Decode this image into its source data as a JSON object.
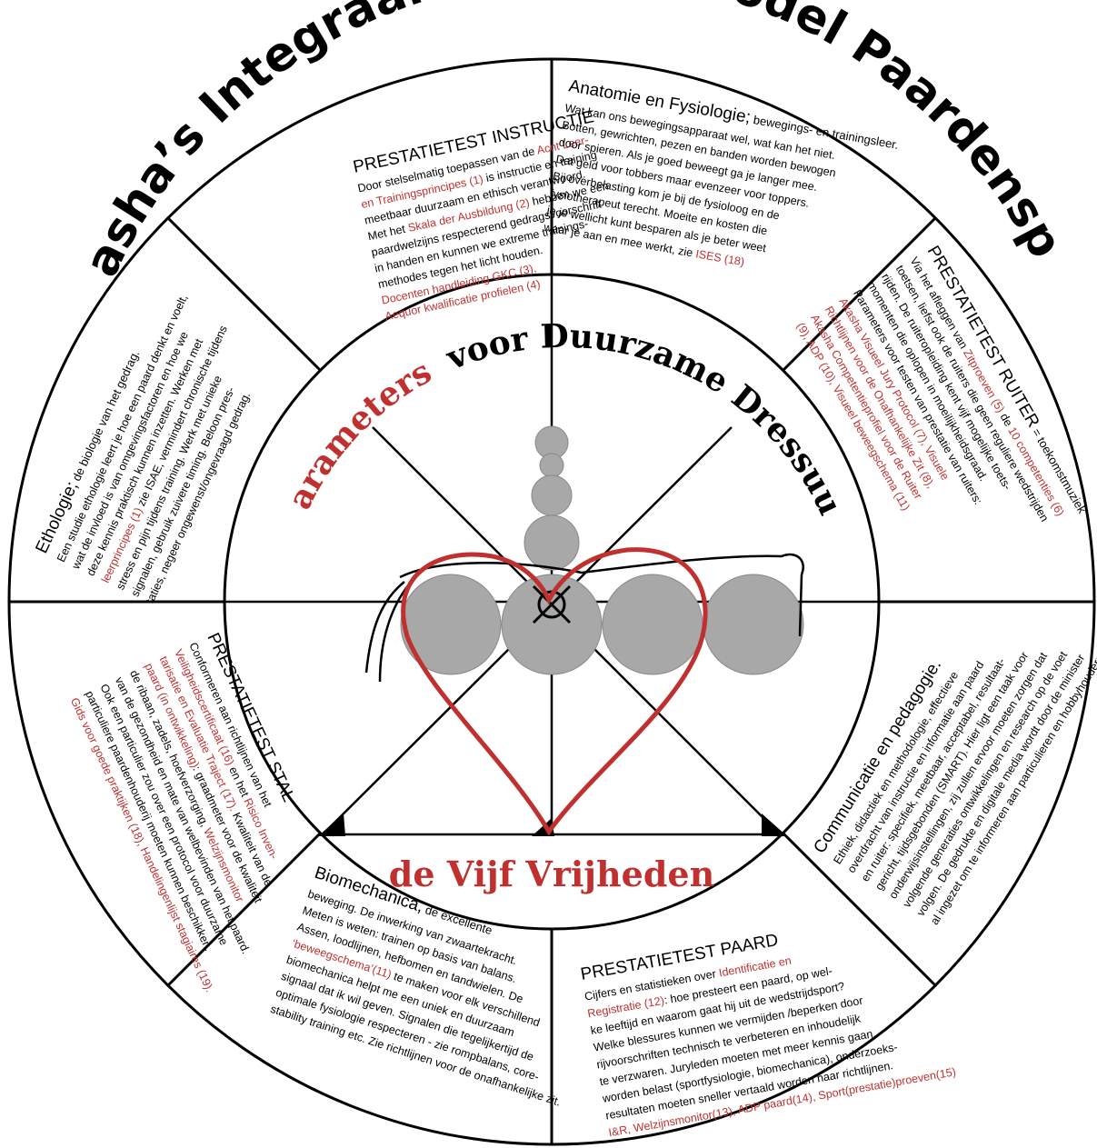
{
  "title": "Akasha’s Integraal Prestatiemodel Paardensport",
  "inner_title": {
    "word1": "Parameters",
    "rest": "voor Duurzame Dressuur",
    "bottom": "de Vijf  Vrijheden"
  },
  "colors": {
    "accent_red": "#c0302f",
    "circle_gray": "#a8a8a8",
    "line": "#000000"
  },
  "segments": {
    "instructie": {
      "title": "PRESTATIETEST  INSTRUCTIE",
      "lines": [
        [
          {
            "t": "Door stelselmatig toepassen van de  "
          },
          {
            "t": "Acht Leer-",
            "red": true
          }
        ],
        [
          {
            "t": "en Trainingsprincipes (1)",
            "red": true
          },
          {
            "t": " is instructie en training"
          }
        ],
        [
          {
            "t": "meetbaar duurzaam en ethisch verantwoord."
          }
        ],
        [
          {
            "t": "Met het "
          },
          {
            "t": "Skala der Ausbildung (2)",
            "red": true
          },
          {
            "t": " hebben we een"
          }
        ],
        [
          {
            "t": "paardwelzijns respecterend gedragsvoorschrift"
          }
        ],
        [
          {
            "t": "in handen en kunnen we extreme trainings-"
          }
        ],
        [
          {
            "t": "methodes tegen het licht houden."
          }
        ],
        [
          {
            "t": "Docenten handleiding GKC (3),",
            "red": true
          }
        ],
        [
          {
            "t": "Aequor kwalificatie profielen (4)",
            "red": true
          }
        ]
      ]
    },
    "anatomie": {
      "title": "Anatomie en Fysiologie;",
      "title_suffix": " bewegings- en trainingsleer.",
      "lines": [
        [
          {
            "t": "Wat kan ons bewegingsapparaat wel, wat kan het niet."
          }
        ],
        [
          {
            "t": "Botten, gewrichten, pezen en banden worden bewogen"
          }
        ],
        [
          {
            "t": "door spieren. Als je goed beweegt ga je langer mee."
          }
        ],
        [
          {
            "t": "Dat geld voor tobbers maar evenzeer voor toppers."
          }
        ],
        [
          {
            "t": "Bij overbelasting kom je bij de fysioloog en de"
          }
        ],
        [
          {
            "t": "fysiotherapeut terecht.  Moeite en kosten die"
          }
        ],
        [
          {
            "t": "je je wellicht kunt besparen als je beter weet"
          }
        ],
        [
          {
            "t": "waar je aan en mee werkt, zie "
          },
          {
            "t": "ISES (18)",
            "red": true
          }
        ]
      ]
    },
    "ruiter": {
      "title": "PRESTATIETEST  RUITER",
      "title_suffix": " = toekomstmuziek",
      "lines": [
        [
          {
            "t": "Via het afleggen van "
          },
          {
            "t": "Zitproeven (5)",
            "red": true
          },
          {
            "t": " de "
          },
          {
            "t": "10 competenties (6)",
            "red": true
          }
        ],
        [
          {
            "t": "toetsen, liefst ook de ruiters die geen reguliere wedstrijden"
          }
        ],
        [
          {
            "t": "rijden. De ruiteropleiding kent vijf mogelijke toets-"
          }
        ],
        [
          {
            "t": "momenten die oplopen in moeilijkheidsgraad."
          }
        ],
        [
          {
            "t": "Parameters voor testen van prestatie van ruiters:"
          }
        ],
        [
          {
            "t": "Akasha Visueel Jury Protocol (7),  Visuele",
            "red": true
          }
        ],
        [
          {
            "t": "Richtlijnen voor de Onafhankelijke Zit (8),",
            "red": true
          }
        ],
        [
          {
            "t": "Akasha Competentieprofiel voor de Ruiter",
            "red": true
          }
        ],
        [
          {
            "t": "(9), ADP (10), Visueel beweegschema (11)",
            "red": true
          }
        ]
      ]
    },
    "communicatie": {
      "title": "Communicatie  en  pedagogie.",
      "lines": [
        [
          {
            "t": "Ethiek, didactiek en methodologie, effectieve"
          }
        ],
        [
          {
            "t": "overdracht van instructie en informatie aan paard"
          }
        ],
        [
          {
            "t": "en ruiter:  specifiek, meetbaar,  acceptabel,  resultaat-"
          }
        ],
        [
          {
            "t": "gericht, tijdsgebonden (SMART). Hier ligt een taak voor"
          }
        ],
        [
          {
            "t": "onderwijsinstellingen, zij zullen ervoor moeten zorgen dat"
          }
        ],
        [
          {
            "t": "volgende generaties ontwikkelingen en research op de voet"
          }
        ],
        [
          {
            "t": "volgen.  De gedrukte en digitale media wordt door de minister"
          }
        ],
        [
          {
            "t": "al ingezet om te informeren aan particulieren en hobbyhouders."
          }
        ]
      ]
    },
    "paard": {
      "title": "PRESTATIETEST  PAARD",
      "lines": [
        [
          {
            "t": "Cijfers en statistieken over "
          },
          {
            "t": "Identificatie en",
            "red": true
          }
        ],
        [
          {
            "t": "Registratie (12)",
            "red": true
          },
          {
            "t": ": hoe presteert een paard, op wel-"
          }
        ],
        [
          {
            "t": "ke leeftijd en waarom gaat hij uit de wedstrijdsport?"
          }
        ],
        [
          {
            "t": "Welke blessures kunnen we vermijden /beperken door"
          }
        ],
        [
          {
            "t": "rijvoorschriften technisch te verbeteren en inhoudelijk"
          }
        ],
        [
          {
            "t": "te verzwaren.  Juryleden moeten met meer kennis gaan"
          }
        ],
        [
          {
            "t": "worden belast (sportfysiologie, biomechanica), onderzoeks-"
          }
        ],
        [
          {
            "t": "resultaten moeten sneller vertaald worden naar richtlijnen."
          }
        ],
        [
          {
            "t": "I&R, Welzijnsmonitor(13), ADP paard(14), Sport(prestatie)proeven(15)",
            "red": true
          }
        ]
      ]
    },
    "biomechanica": {
      "title": "Biomechanica,",
      "title_suffix": "  de excellente",
      "lines": [
        [
          {
            "t": "beweging. De inwerking van zwaartekracht."
          }
        ],
        [
          {
            "t": "Meten is weten:  trainen op basis van balans."
          }
        ],
        [
          {
            "t": "Assen, loodlijnen, hefbomen en tandwielen.  De"
          }
        ],
        [
          {
            "t": "‘beweegschema’(11)",
            "red": true
          },
          {
            "t": " te maken voor elk verschillend"
          }
        ],
        [
          {
            "t": "biomechanica helpt me een uniek en duurzaam"
          }
        ],
        [
          {
            "t": "signaal dat ik wil geven.  Signalen die tegelijkertijd de"
          }
        ],
        [
          {
            "t": "optimale fysiologie respecteren - zie rompbalans,  core-"
          }
        ],
        [
          {
            "t": "stability training etc.  Zie richtlijnen voor de onafhankelijke zit."
          }
        ]
      ]
    },
    "stal": {
      "title": "PRESTATIETEST  STAL",
      "lines": [
        [
          {
            "t": "Conformeren aan richtlijnen van het"
          }
        ],
        [
          {
            "t": "Veiligheidscertificaat (16)",
            "red": true
          },
          {
            "t": " en het "
          },
          {
            "t": "Risico Inven-",
            "red": true
          }
        ],
        [
          {
            "t": "tarisatie en Evaluatie Traject (17).",
            "red": true
          },
          {
            "t": "  Kwaliteit  van de"
          }
        ],
        [
          {
            "t": "paard (in ontwikkeling)",
            "red": true
          },
          {
            "t": ": graadmeter voor de kwaliteit"
          }
        ],
        [
          {
            "t": "de ribaan, zadels, hoefverzorging,  "
          },
          {
            "t": "Welzijnsmonitor",
            "red": true
          }
        ],
        [
          {
            "t": "van de gezondheid en mate van welbevinden van het paard."
          }
        ],
        [
          {
            "t": "Ook een particulier zou over een protocol  voor duurzame"
          }
        ],
        [
          {
            "t": "particuliere paardenhouderij moeten kunnen beschikken."
          }
        ],
        [
          {
            "t": "Gids voor goede praktijken (18), Handelingenlijst stagiaires (19).",
            "red": true
          }
        ]
      ]
    },
    "ethologie": {
      "title": "Ethologie;",
      "title_suffix": " de biologie van het gedrag.",
      "lines": [
        [
          {
            "t": "Een studie ethologie leert je hoe een paard denkt en voelt,"
          }
        ],
        [
          {
            "t": "wat de invloed is van omgevingsfactoren en hoe we"
          }
        ],
        [
          {
            "t": "deze kennis praktisch kunnen inzetten. Werken met"
          }
        ],
        [
          {
            "t": "leerprincipes (1)",
            "red": true
          },
          {
            "t": " zie ISAE, vermindert chronische tijdens"
          }
        ],
        [
          {
            "t": "stress en pijn tijdens training.  Werk met unieke"
          }
        ],
        [
          {
            "t": "signalen, gebruik zuivere timing.  Beloon pres-"
          }
        ],
        [
          {
            "t": "taties, negeer ongewenst/ongevraagd gedrag."
          }
        ]
      ]
    }
  }
}
